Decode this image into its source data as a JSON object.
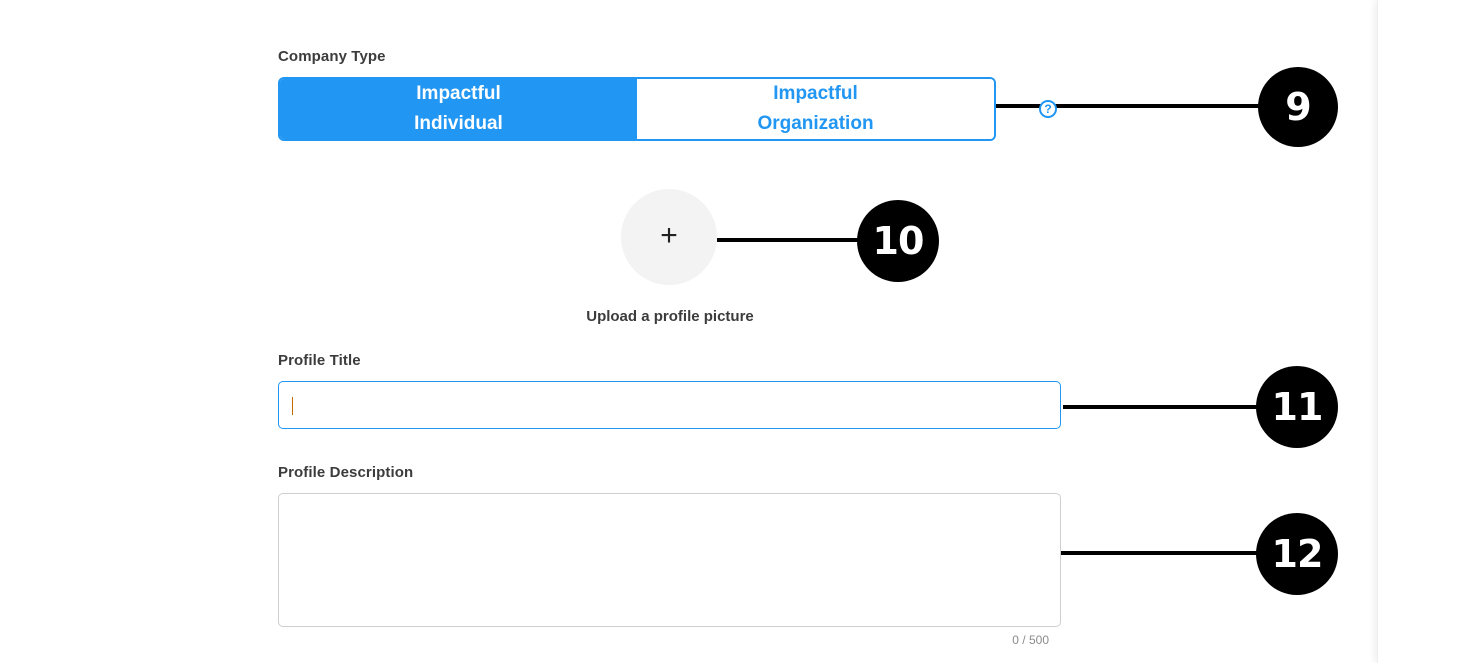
{
  "company_type": {
    "label": "Company Type",
    "options": [
      {
        "label": "Impactful\nIndividual",
        "selected": true
      },
      {
        "label": "Impactful\nOrganization",
        "selected": false
      }
    ],
    "help_icon": "question-circle-icon",
    "help_glyph": "?"
  },
  "upload": {
    "icon": "plus-icon",
    "icon_glyph": "+",
    "caption": "Upload a profile picture"
  },
  "profile_title": {
    "label": "Profile Title",
    "value": ""
  },
  "profile_description": {
    "label": "Profile Description",
    "value": "",
    "counter": "0 / 500"
  },
  "annotations": [
    "9",
    "10",
    "11",
    "12"
  ],
  "colors": {
    "accent": "#2196f3",
    "annotation": "#000000",
    "upload_bg": "#f3f3f3",
    "text": "#3c3c3c"
  }
}
